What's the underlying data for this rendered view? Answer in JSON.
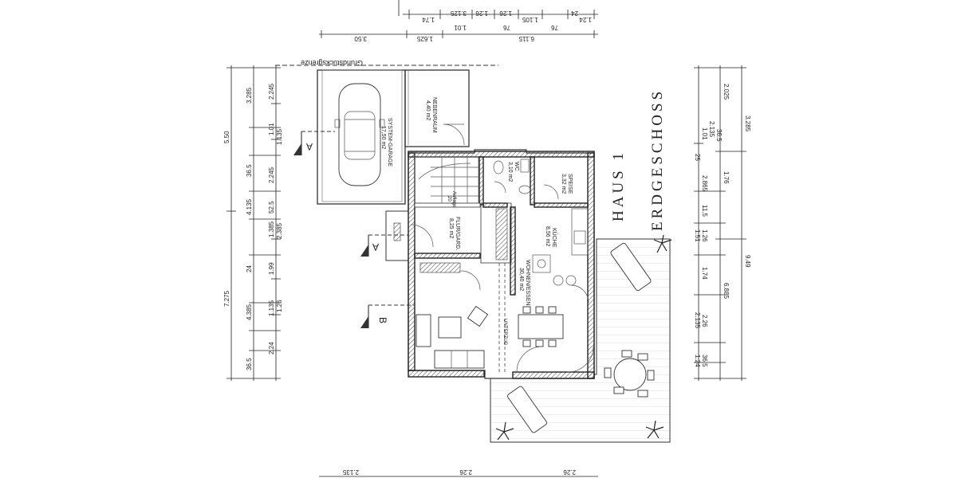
{
  "title": {
    "line1": "HAUS 1",
    "line2": "ERDGESCHOSS"
  },
  "boundary_label": "Grundstücksgrenze",
  "rooms": {
    "garage": {
      "name": "SYSTEM-GARAGE",
      "area": "17,50 m2"
    },
    "nebenraum": {
      "name": "NEBENRAUM",
      "area": "4,40 m2"
    },
    "wc": {
      "name": "WC",
      "area": "3,10 m2"
    },
    "speise": {
      "name": "SPEISE",
      "area": "3,32 m2"
    },
    "flur": {
      "name": "FLUR/GARD.",
      "area": "8,25 m2"
    },
    "kueche": {
      "name": "KÜCHE",
      "area": "8,56 m2"
    },
    "wohnen": {
      "name": "WOHNEN/ESSEN",
      "area": "30,40 m2"
    },
    "stair": {
      "name": "Auflage",
      "area": "20"
    },
    "unterzug": {
      "name": "UNTERZUG"
    }
  },
  "section_markers": {
    "a": "A",
    "b": "B"
  },
  "dims": {
    "top_row1": [
      "1.74",
      "3.125",
      "1.26",
      "1.26",
      "1.105",
      "1.24"
    ],
    "top_row1b": [
      "1.01",
      "76",
      "76",
      "24"
    ],
    "top_row2": [
      "3.50",
      "1.625",
      "6.115"
    ],
    "left_outer": [
      "5.50",
      "7.275"
    ],
    "left_mid": [
      "3.285",
      "36.5",
      "4.135",
      "24",
      "4.385",
      "36.5"
    ],
    "left_inner": [
      "2.245",
      "1.01",
      "1.135",
      "2.245",
      "52.5",
      "1.385",
      "2.385",
      "1.99",
      "1.135",
      "1.26",
      "2.24"
    ],
    "right_outer": [
      "3.285",
      "9.49"
    ],
    "right_mid": [
      "2.025",
      "1.01",
      "2.135",
      "36.5",
      "25",
      "2.865",
      "1.76",
      "11.5",
      "1.51",
      "1.26",
      "1.74",
      "6.885",
      "2.135",
      "2.26",
      "1.24",
      "36.5"
    ],
    "bottom": [
      "2.135",
      "2.26",
      "2.26"
    ]
  }
}
